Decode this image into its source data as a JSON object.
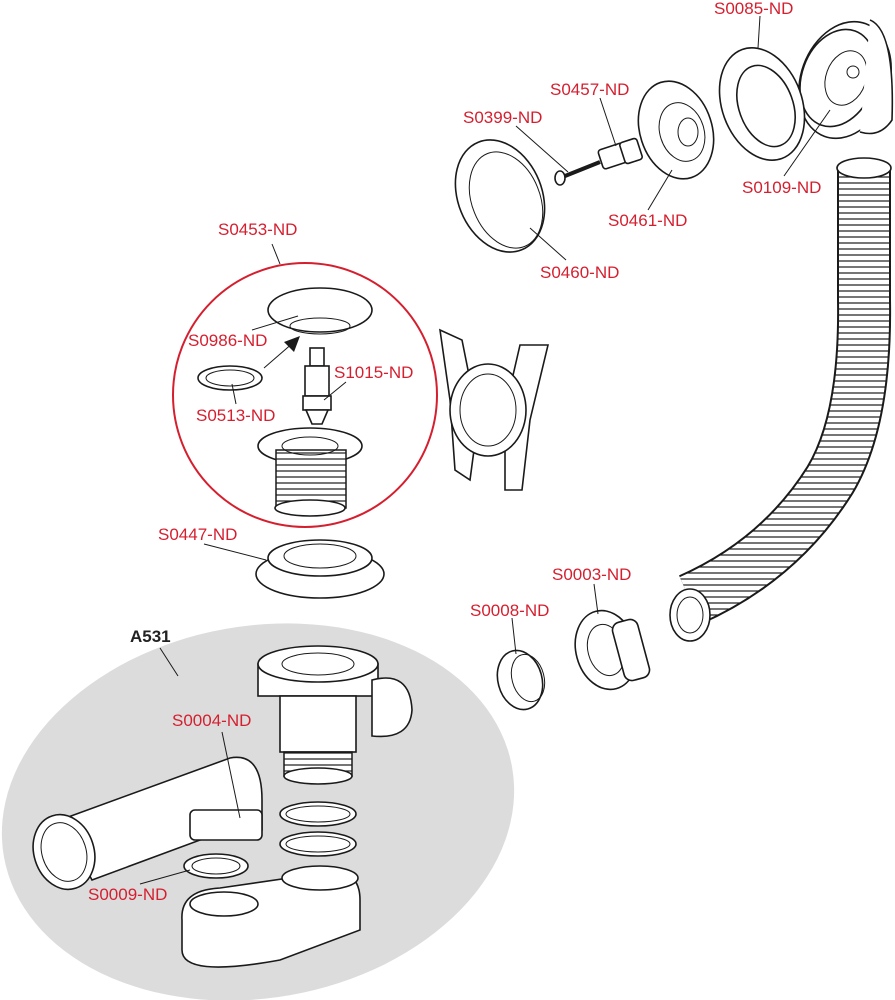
{
  "assembly_label": "A531",
  "parts": {
    "s0085": "S0085-ND",
    "s0457": "S0457-ND",
    "s0399": "S0399-ND",
    "s0109": "S0109-ND",
    "s0461": "S0461-ND",
    "s0460": "S0460-ND",
    "s0453": "S0453-ND",
    "s0986": "S0986-ND",
    "s1015": "S1015-ND",
    "s0513": "S0513-ND",
    "s0447": "S0447-ND",
    "s0003": "S0003-ND",
    "s0008": "S0008-ND",
    "s0004": "S0004-ND",
    "s0009": "S0009-ND"
  },
  "colors": {
    "label": "#d51f2f",
    "highlight_circle": "#d51f2f",
    "assembly_fill": "#dcdcdc",
    "line": "#1a1a1a"
  }
}
